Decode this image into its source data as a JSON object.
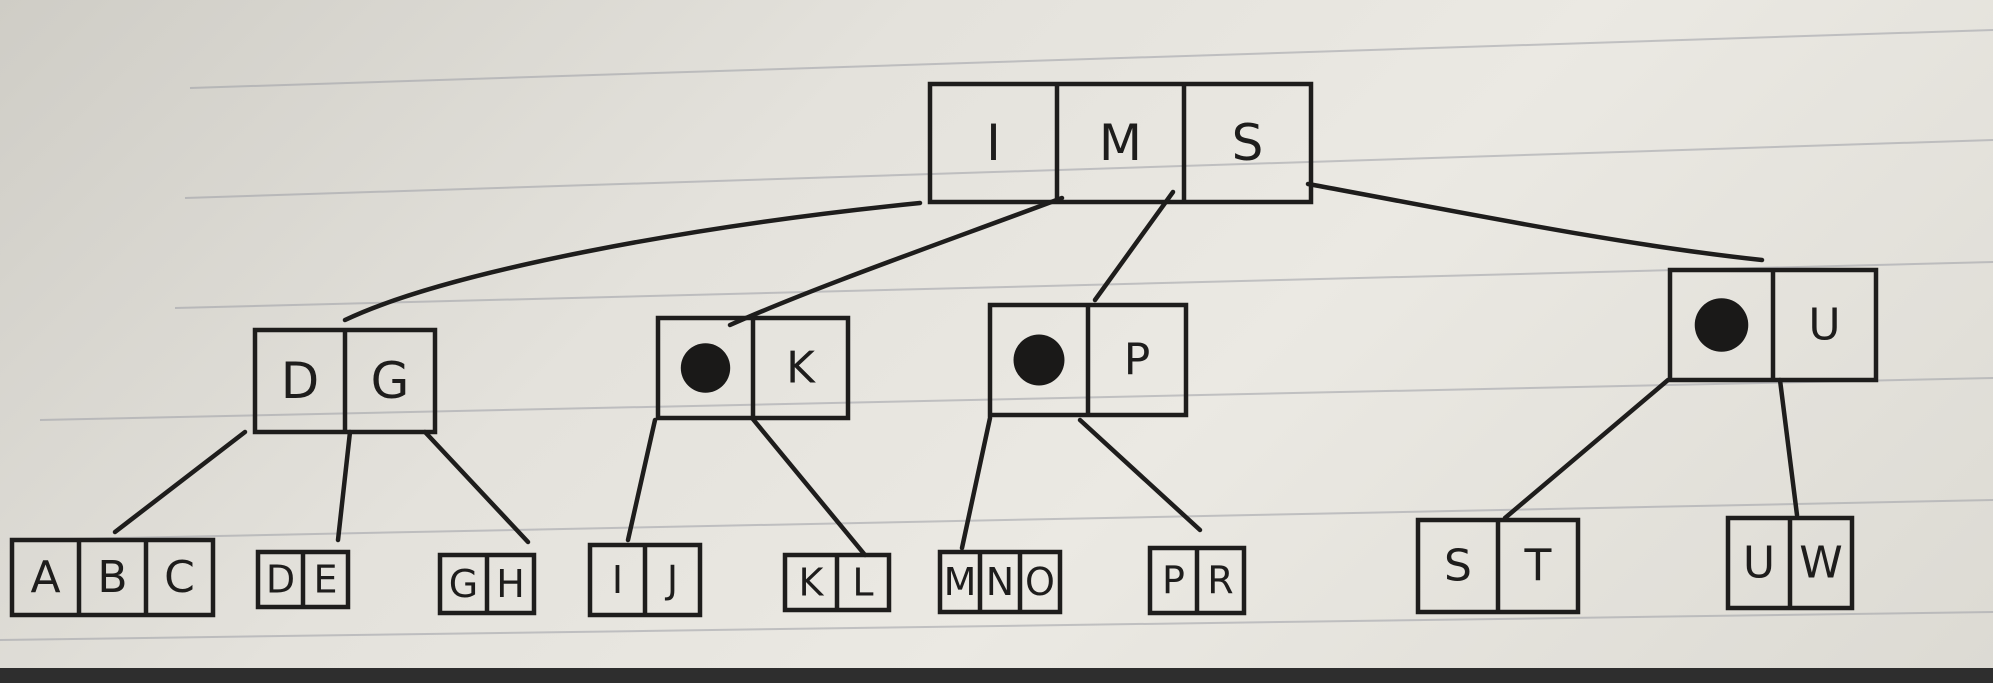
{
  "tree": {
    "root": {
      "keys": [
        "I",
        "M",
        "S"
      ]
    },
    "internal": [
      {
        "keys": [
          "D",
          "G"
        ]
      },
      {
        "keys": [
          "",
          "K"
        ],
        "scribbled": [
          0
        ]
      },
      {
        "keys": [
          "",
          "P"
        ],
        "scribbled": [
          0
        ]
      },
      {
        "keys": [
          "",
          "U"
        ],
        "scribbled": [
          0
        ]
      }
    ],
    "leaves": [
      {
        "keys": [
          "A",
          "B",
          "C"
        ]
      },
      {
        "keys": [
          "D",
          "E"
        ]
      },
      {
        "keys": [
          "G",
          "H"
        ]
      },
      {
        "keys": [
          "I",
          "J"
        ]
      },
      {
        "keys": [
          "K",
          "L"
        ]
      },
      {
        "keys": [
          "M",
          "N",
          "O"
        ]
      },
      {
        "keys": [
          "P",
          "R"
        ]
      },
      {
        "keys": [
          "S",
          "T"
        ]
      },
      {
        "keys": [
          "U",
          "W"
        ]
      }
    ]
  }
}
